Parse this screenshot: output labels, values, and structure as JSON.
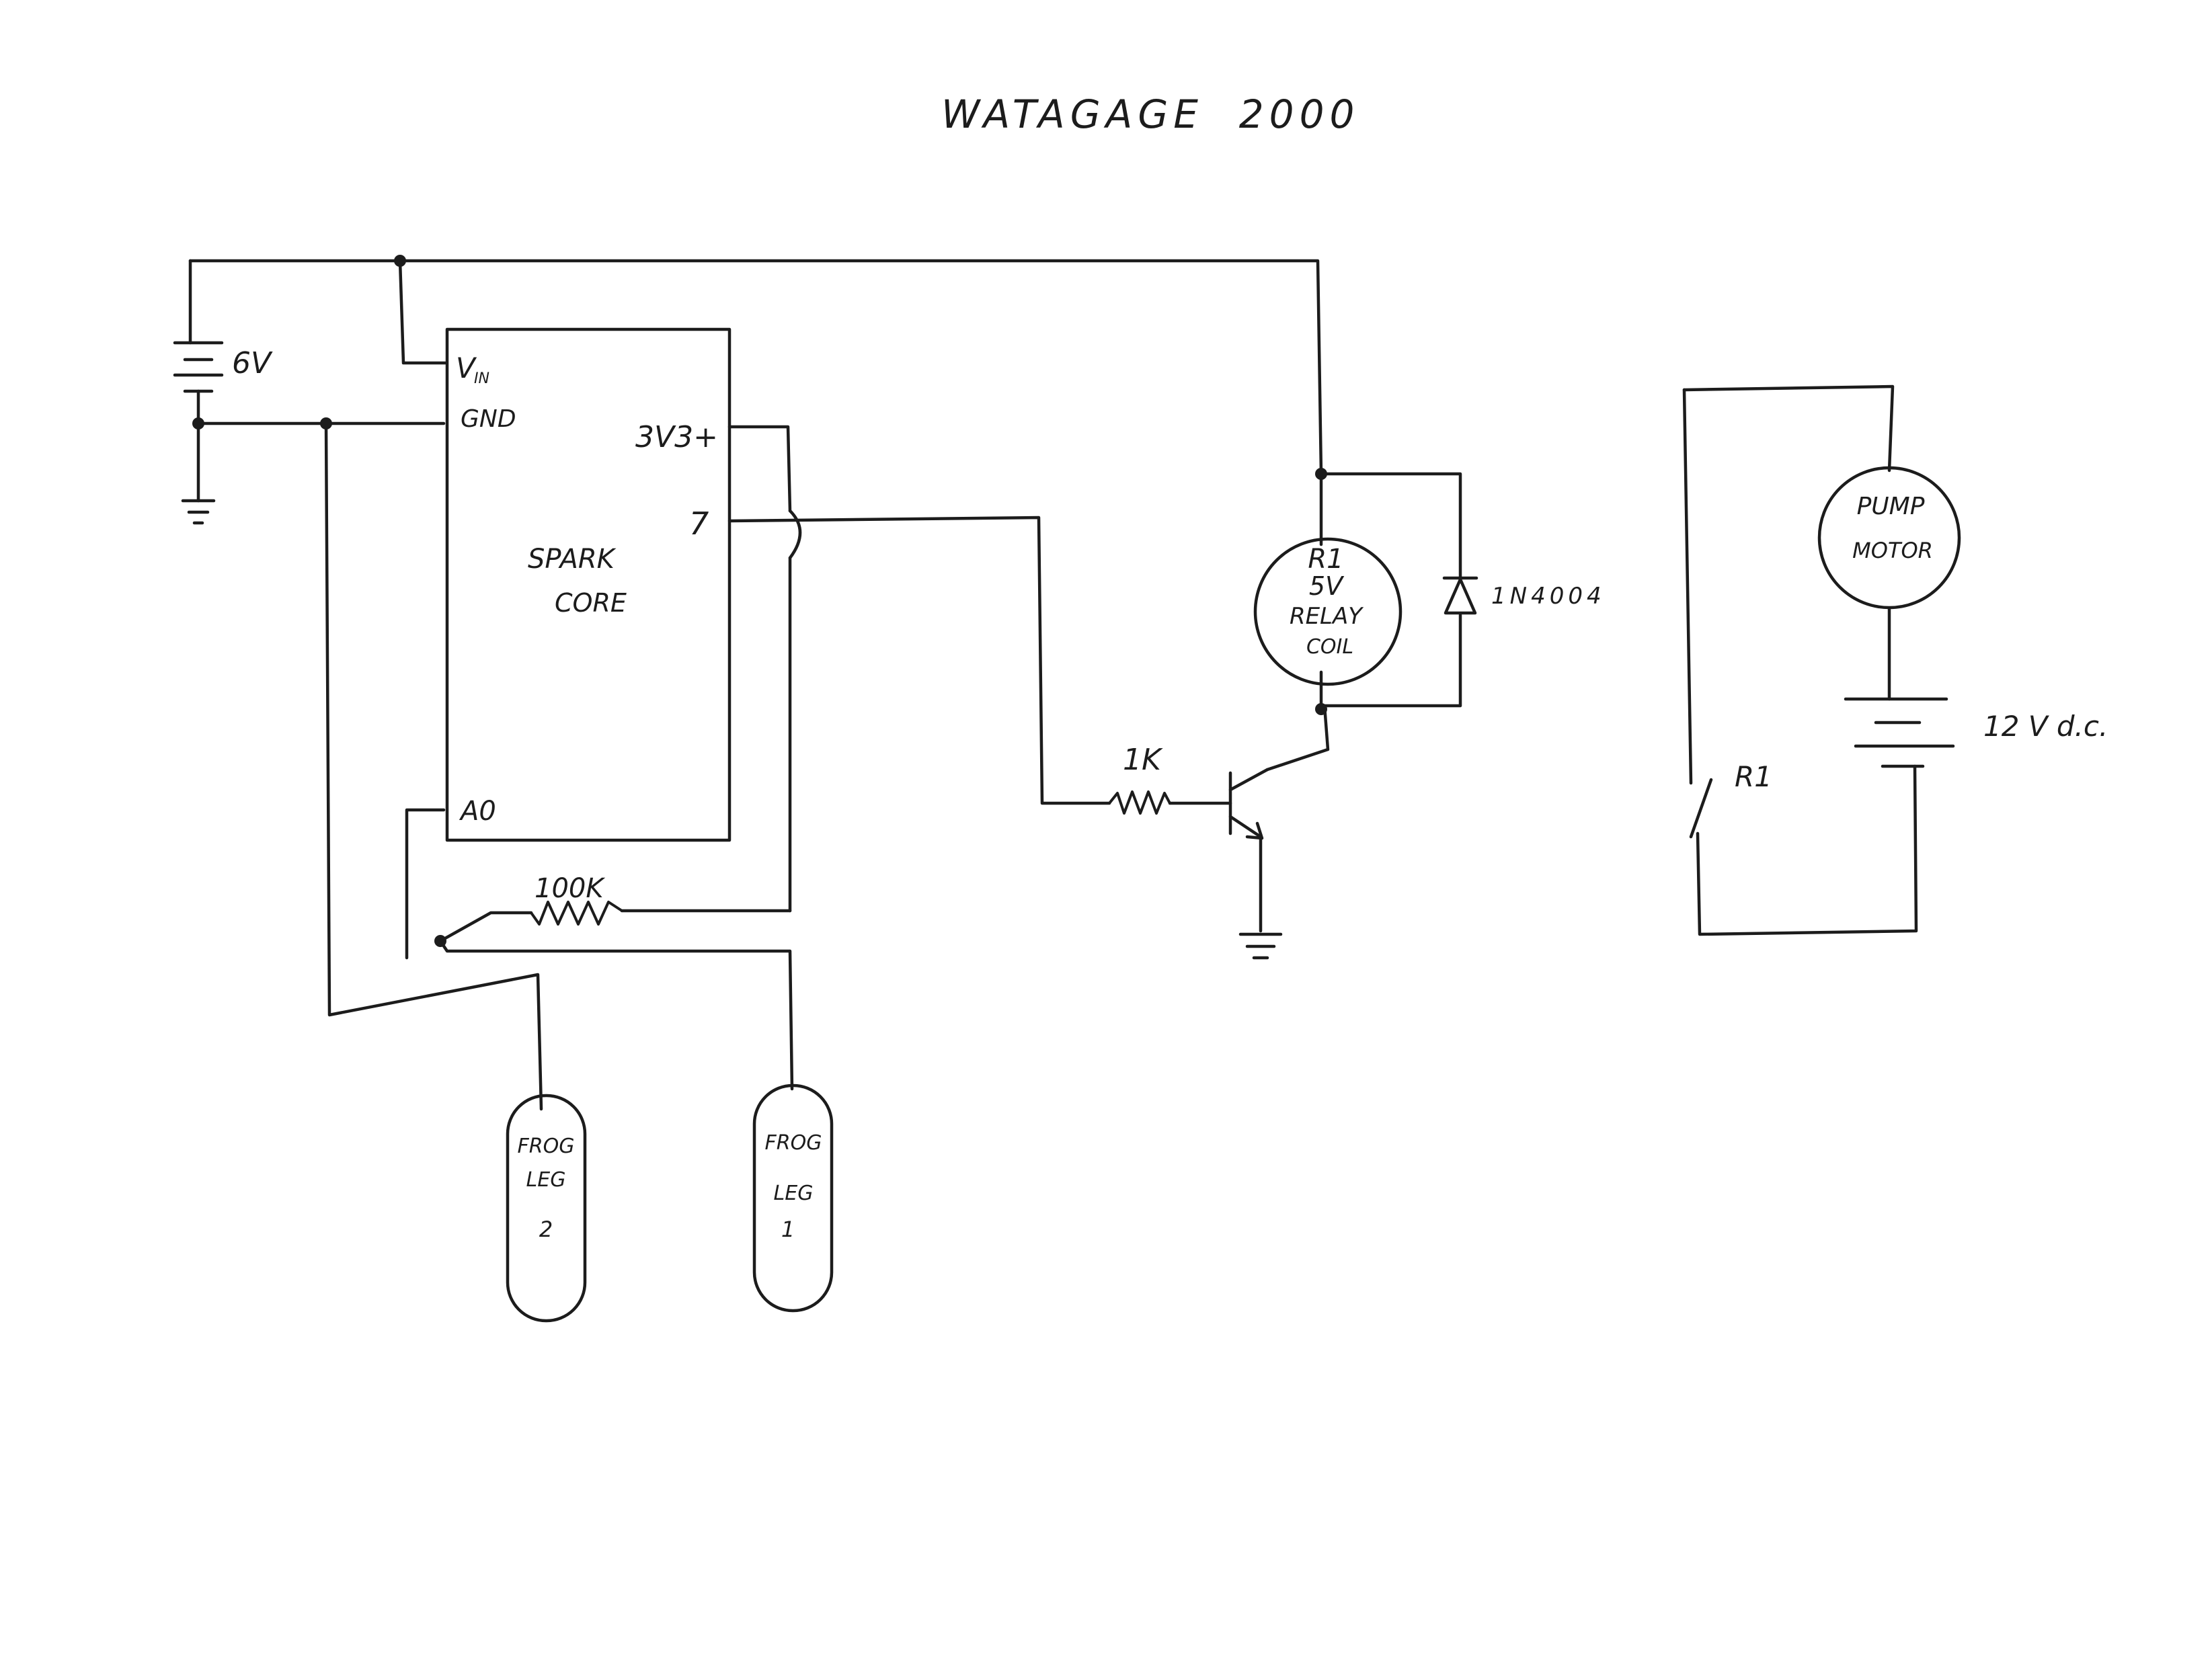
{
  "title": "WATAGAGE  2000",
  "battery_main": {
    "label": "6V"
  },
  "spark_core": {
    "name_line1": "SPARK",
    "name_line2": "CORE",
    "pins": {
      "vin": "V",
      "vin_sub": "IN",
      "gnd": "GND",
      "v33": "3V3+",
      "d7": "7",
      "a0": "A0"
    }
  },
  "resistor_100k": {
    "label": "100K"
  },
  "resistor_1k": {
    "label": "1K"
  },
  "relay_coil": {
    "line1": "R1",
    "line2": "5V",
    "line3": "RELAY",
    "line4": "COIL"
  },
  "diode": {
    "label": "1N4004"
  },
  "frog_leg_2": {
    "line1": "FROG",
    "line2": "LEG",
    "line3": "2"
  },
  "frog_leg_1": {
    "line1": "FROG",
    "line2": "LEG",
    "line3": "1"
  },
  "relay_switch": {
    "label": "R1"
  },
  "pump_motor": {
    "line1": "PUMP",
    "line2": "MOTOR"
  },
  "battery_pump": {
    "label": "12 V d.c."
  }
}
